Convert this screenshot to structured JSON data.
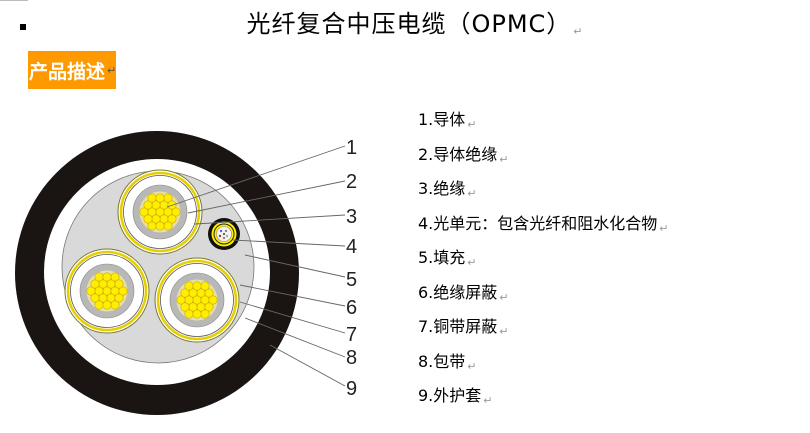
{
  "document": {
    "title": "光纤复合中压电缆（OPMC）",
    "section_heading": "产品描述",
    "paragraph_mark": "↵",
    "accent_color": "#FF9900"
  },
  "diagram": {
    "subject": "OPMC cable cross-section",
    "callout_numbers": [
      "1",
      "2",
      "3",
      "4",
      "5",
      "6",
      "7",
      "8",
      "9"
    ],
    "colors": {
      "outer_sheath": "#1a1412",
      "wrapping_tape": "#ffffff",
      "filler": "#d9d9d9",
      "insulation": "#ffffff",
      "conductor_insulation": "#b8b8b8",
      "conductor_strand": "#ffee00",
      "copper_tape": "#e6cf00",
      "leader_line": "#666666"
    }
  },
  "legend": {
    "items": [
      {
        "label": "1.导体"
      },
      {
        "label": "2.导体绝缘"
      },
      {
        "label": "3.绝缘"
      },
      {
        "label": "4.光单元：包含光纤和阻水化合物"
      },
      {
        "label": "5.填充"
      },
      {
        "label": "6.绝缘屏蔽"
      },
      {
        "label": "7.铜带屏蔽"
      },
      {
        "label": "8.包带"
      },
      {
        "label": "9.外护套"
      }
    ]
  }
}
